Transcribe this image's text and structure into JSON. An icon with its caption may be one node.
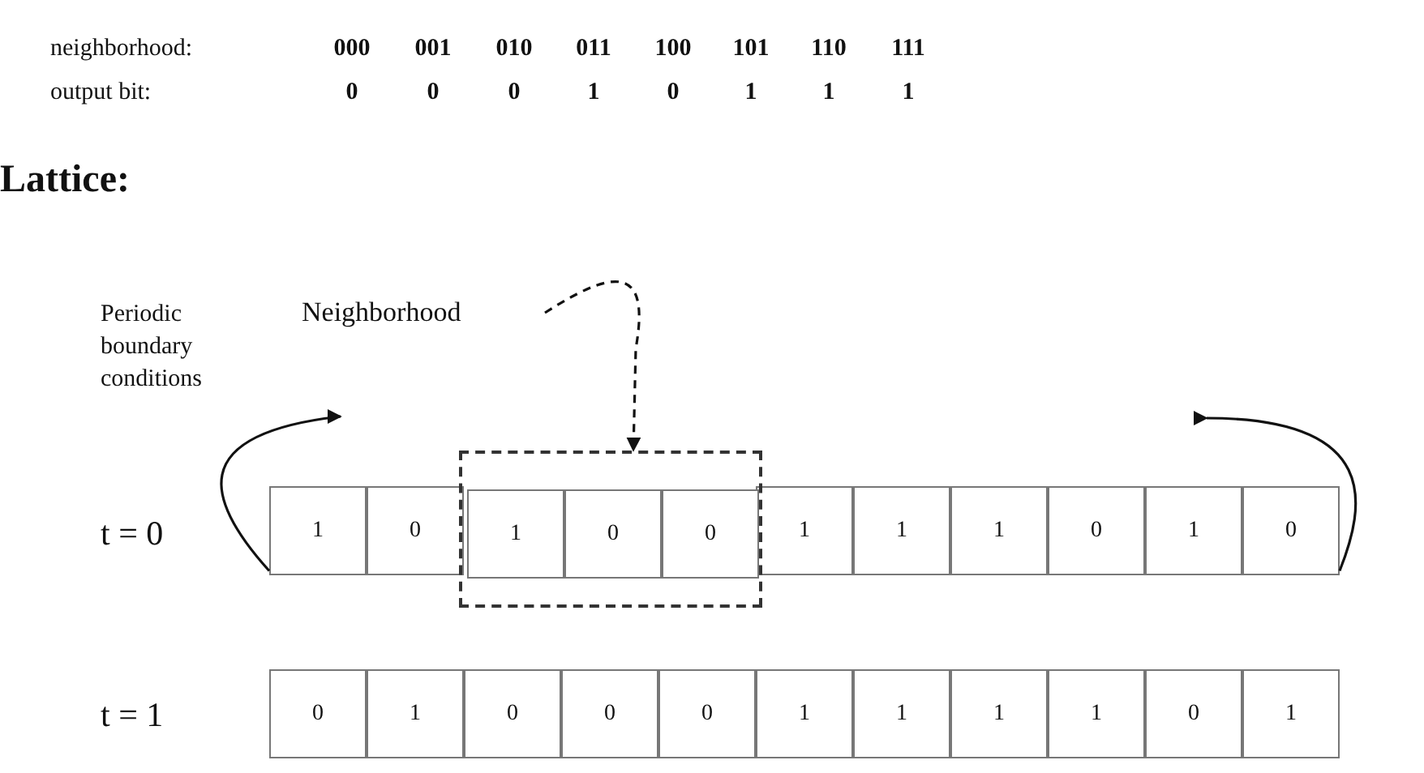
{
  "diagram": {
    "nodes": [
      {
        "text": [
          "Neighborhood"
        ]
      },
      {
        "text": [],
        "shape": "box"
      },
      {
        "text": [
          "1"
        ]
      },
      {
        "text": [
          "0"
        ]
      },
      {
        "text": [
          "1"
        ],
        "in": 1
      },
      {
        "text": [
          "0"
        ],
        "in": 1
      },
      {
        "text": [
          "0"
        ],
        "in": 1
      },
      {
        "text": [
          "1"
        ]
      },
      {
        "text": [
          "1"
        ]
      },
      {
        "text": [
          "1"
        ]
      },
      {
        "text": [
          "0"
        ]
      },
      {
        "text": [
          "1"
        ]
      },
      {
        "text": [
          "0"
        ]
      },
      {
        "text": [
          "0"
        ]
      },
      {
        "text": [
          "1"
        ]
      },
      {
        "text": [
          "0"
        ]
      },
      {
        "text": [
          "0"
        ]
      },
      {
        "text": [
          "0"
        ]
      },
      {
        "text": [
          "1"
        ]
      },
      {
        "text": [
          "1"
        ]
      },
      {
        "text": [
          "1"
        ]
      },
      {
        "text": [
          "1"
        ]
      },
      {
        "text": [
          "0"
        ]
      },
      {
        "text": [
          "1"
        ]
      }
    ],
    "edges": [
      {
        "from": 0,
        "to": 1,
        "arrow": "to",
        "style": "dashed"
      },
      {
        "from": 2,
        "to": null,
        "arrow": "to"
      },
      {
        "from": 12,
        "to": null,
        "arrow": "to"
      }
    ],
    "labels": [
      "neighborhood:",
      "000",
      "001",
      "010",
      "011",
      "100",
      "101",
      "110",
      "111",
      "output bit:",
      "0",
      "0",
      "0",
      "1",
      "0",
      "1",
      "1",
      "1",
      "Lattice:",
      "Periodic boundary conditions",
      "t = 0",
      "t = 1"
    ]
  }
}
